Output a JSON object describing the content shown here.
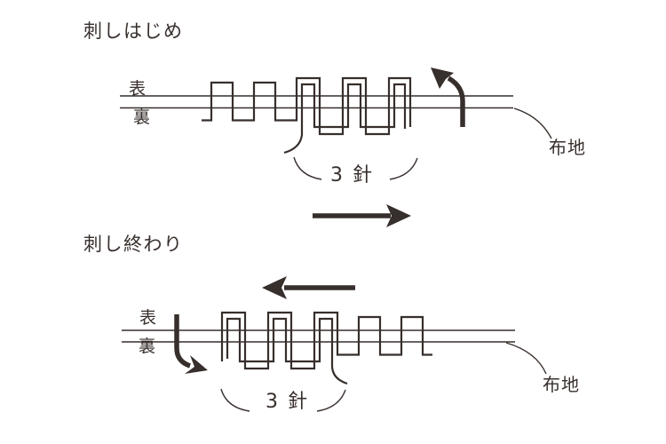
{
  "page": {
    "background": "#ffffff",
    "ink": "#372f2c"
  },
  "top_section": {
    "title": "刺しはじめ",
    "front_label": "表",
    "back_label": "裏",
    "fabric_label": "布地",
    "stitch_count_label": "3 針",
    "direction_arrow": "curved-arrow-up-left"
  },
  "middle": {
    "direction_arrow": "arrow-right"
  },
  "bottom_section": {
    "title": "刺し終わり",
    "front_label": "表",
    "back_label": "裏",
    "fabric_label": "布地",
    "stitch_count_label": "3 針",
    "direction_arrow": "curved-arrow-down-right"
  }
}
